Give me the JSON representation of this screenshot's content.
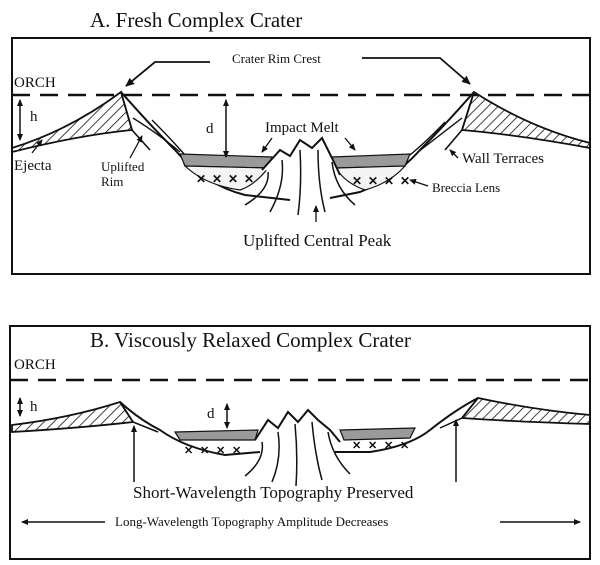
{
  "panel_a": {
    "title": "A. Fresh Complex Crater",
    "rim_crest": "Crater Rim Crest",
    "orch": "ORCH",
    "h": "h",
    "d": "d",
    "impact_melt": "Impact Melt",
    "ejecta": "Ejecta",
    "uplifted_rim": "Uplifted\nRim",
    "wall_terraces": "Wall Terraces",
    "breccia_lens": "Breccia Lens",
    "central_peak": "Uplifted Central Peak"
  },
  "panel_b": {
    "title": "B. Viscously Relaxed Complex Crater",
    "orch": "ORCH",
    "h": "h",
    "d": "d",
    "short_wavelength": "Short-Wavelength Topography Preserved",
    "long_wavelength": "Long-Wavelength Topography Amplitude Decreases"
  }
}
